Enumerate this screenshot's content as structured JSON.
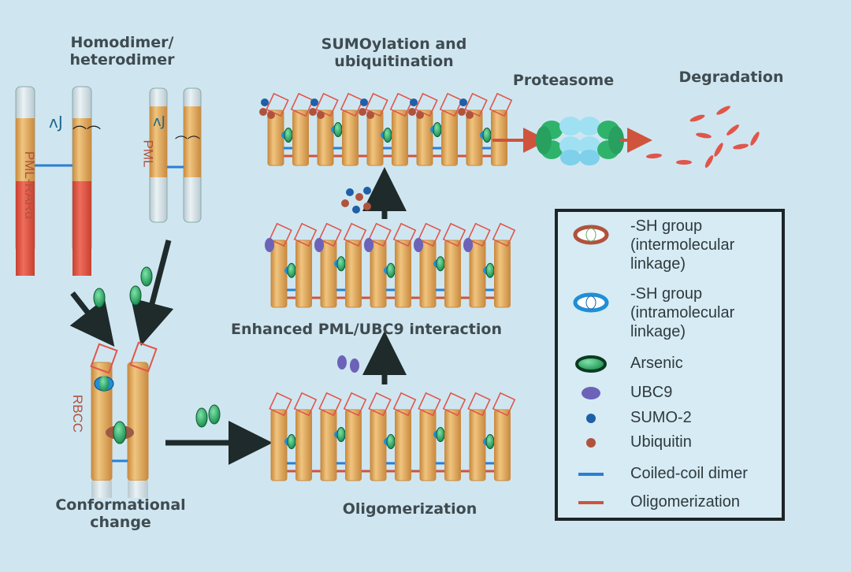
{
  "labels": {
    "homodimer": "Homodimer/\nheterodimer",
    "pml_rara": "PML-RARα",
    "pml": "PML",
    "rbcc": "RBCC",
    "conformational": "Conformational\nchange",
    "oligomerization": "Oligomerization",
    "enhanced": "Enhanced PML/UBC9 interaction",
    "sumoylation": "SUMOylation and\nubiquitination",
    "proteasome": "Proteasome",
    "degradation": "Degradation"
  },
  "legend": [
    {
      "icon": "sh-intermolecular-icon",
      "text": "-SH group\n(intermolecular\nlinkage)"
    },
    {
      "icon": "sh-intramolecular-icon",
      "text": "-SH group\n(intramolecular\nlinkage)"
    },
    {
      "icon": "arsenic-icon",
      "text": "Arsenic"
    },
    {
      "icon": "ubc9-icon",
      "text": "UBC9"
    },
    {
      "icon": "sumo2-icon",
      "text": "SUMO-2"
    },
    {
      "icon": "ubiquitin-icon",
      "text": "Ubiquitin"
    },
    {
      "icon": "coiled-coil-dimer-icon",
      "text": "Coiled-coil dimer"
    },
    {
      "icon": "oligomerization-line-icon",
      "text": "Oligomerization"
    }
  ],
  "colors": {
    "background": "#cfe6f1",
    "cylinder": "#e0b26a",
    "cylinder_edge": "#c98a40",
    "rara": "#e0564a",
    "arsenic": "#2fb36b",
    "ubc9": "#6c63b8",
    "sumo": "#1f5fa8",
    "ubiquitin": "#b0533c",
    "coiled_coil": "#2a7fd4",
    "oligomer_line": "#d0533c",
    "arrow": "#1f2a2a"
  }
}
